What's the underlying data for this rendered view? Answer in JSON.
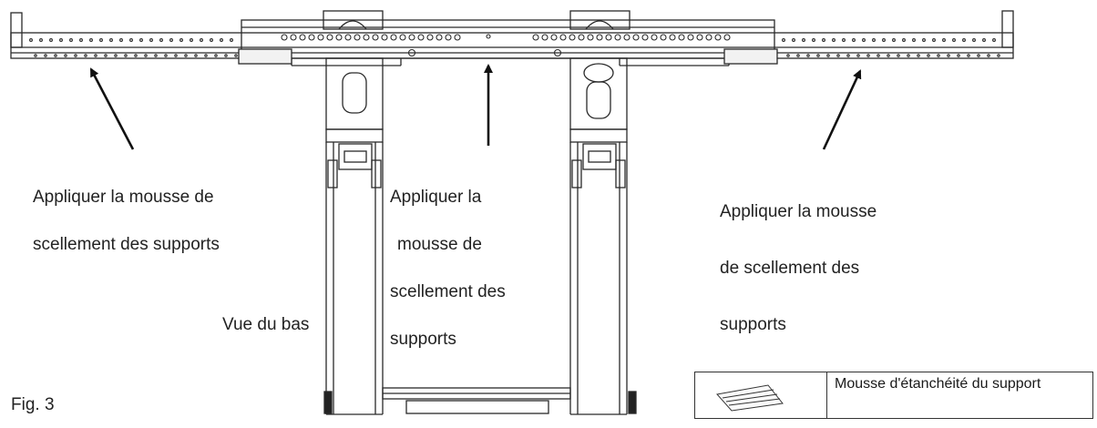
{
  "annotations": {
    "left": [
      "Appliquer la mousse de",
      "scellement des supports"
    ],
    "center": [
      "Appliquer la",
      "mousse de",
      "scellement des",
      "supports"
    ],
    "right": [
      "Appliquer la mousse",
      "de scellement des",
      "supports"
    ]
  },
  "view_label": "Vue du bas",
  "figure_label": "Fig. 3",
  "legend": {
    "text": "Mousse d'étanchéité du support"
  },
  "icons": [
    "arrow-icon",
    "foam-strip-icon"
  ]
}
